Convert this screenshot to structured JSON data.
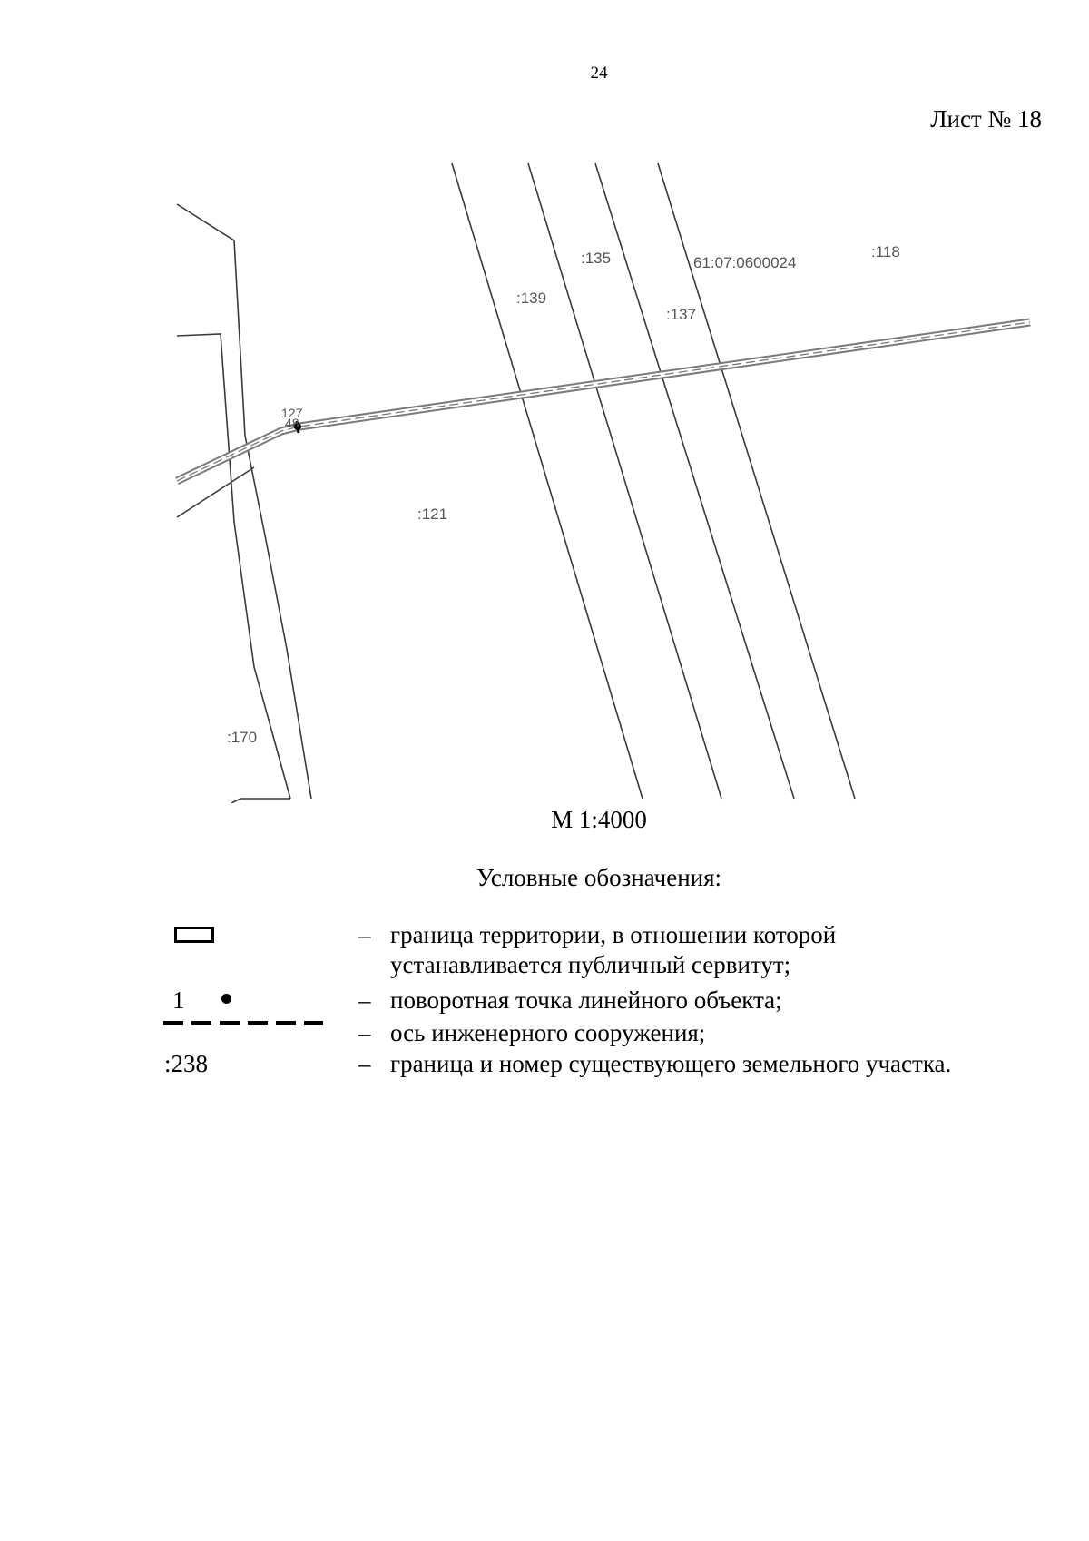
{
  "page_number": "24",
  "sheet_label": "Лист № 18",
  "map": {
    "labels": {
      "p135": ":135",
      "cadastral_block": "61:07:0600024",
      "p118": ":118",
      "p139": ":139",
      "p137": ":137",
      "p127": "127",
      "p48": "48",
      "p121": ":121",
      "p170": ":170"
    },
    "colors": {
      "boundary": "#3a3a3a",
      "label": "#555555",
      "road": "#8a8a8a"
    }
  },
  "scale": "М 1:4000",
  "legend": {
    "title": "Условные обозначения:",
    "items": [
      {
        "symbol": "rectangle-outline",
        "dash": "–",
        "text_line1": "граница территории, в отношении которой",
        "text_line2": "устанавливается публичный сервитут;"
      },
      {
        "symbol": "point",
        "point_label": "1",
        "dash": "–",
        "text": "поворотная точка линейного объекта;"
      },
      {
        "symbol": "dashed-line",
        "dash": "–",
        "text": "ось инженерного сооружения;"
      },
      {
        "symbol": "parcel-number",
        "sample": ":238",
        "dash": "–",
        "text": "граница и номер существующего земельного участка."
      }
    ]
  }
}
